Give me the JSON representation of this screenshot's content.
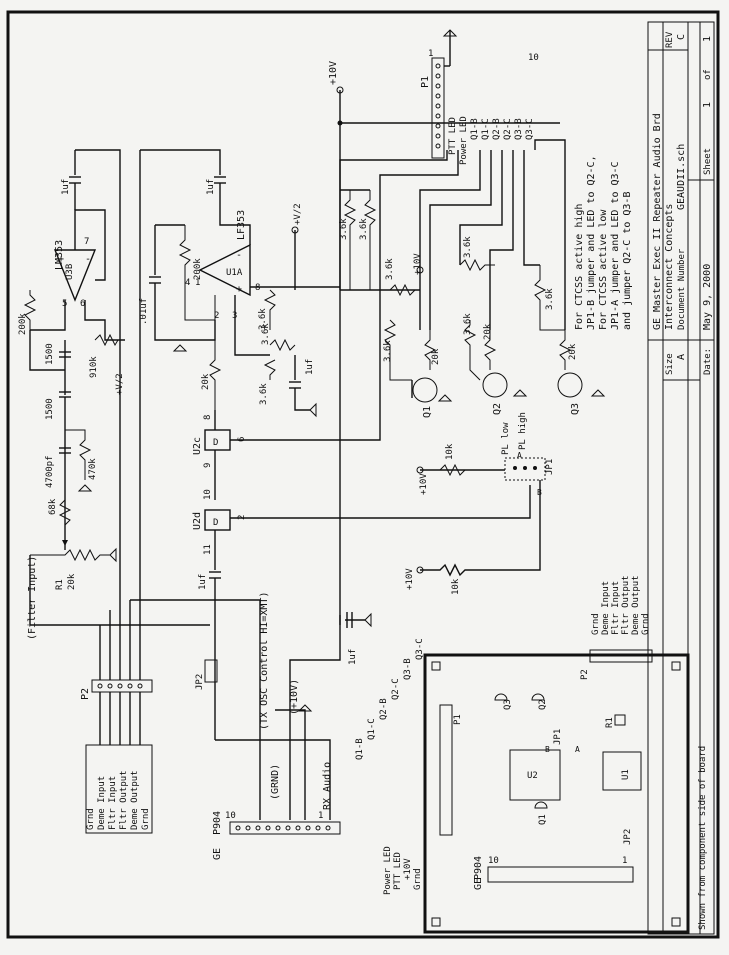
{
  "title_block": {
    "title": "GE Master Exec II Repeater Audio Brd",
    "subtitle": "Interconnect Concepts",
    "size_label": "Size",
    "size_value": "A",
    "docnum_label": "Document Number",
    "docnum_value": "GEAUDII.sch",
    "rev_label": "REV",
    "rev_value": "C",
    "date_label": "Date:",
    "date_value": "May  9, 2000",
    "sheet_label": "Sheet",
    "sheet_value": "1",
    "of_label": "of",
    "of_value": "1"
  },
  "notes": [
    "For CTCSS active high",
    "JP1-B jumper and LED to Q2-C,",
    "For CTCSS active low",
    "JP1-A jumper and LED to Q3-C",
    "and jumper Q2-C to Q3-B"
  ],
  "p1_pins": [
    "PTT LED",
    "Power LED",
    "Q1-B",
    "Q1-C",
    "Q2-B",
    "Q2-C",
    "Q3-B",
    "Q3-C"
  ],
  "p2_pins": [
    "Grnd",
    "Deme Input",
    "Fltr Input",
    "Fltr Output",
    "Deme Output",
    "Grnd"
  ],
  "p904_pins": [
    "RX Audio",
    "(GRND)",
    "(TX OSC Control HI=XMT)",
    "(+10V)"
  ],
  "net_labels": {
    "filter_input": "(Filter Input)",
    "v10": "+10V",
    "v2": "+V/2"
  },
  "components": {
    "lm353": "LM353",
    "lf353": "LF353",
    "u3b": "U3B",
    "u1a": "U1A",
    "u2c": "U2c",
    "u2d": "U2d",
    "r1": "R1",
    "q1": "Q1",
    "q2": "Q2",
    "q3": "Q3",
    "p1": "P1",
    "p2": "P2",
    "jp1": "JP1",
    "jp2": "JP2",
    "ge": "GE",
    "p904": "P904",
    "u1": "U1",
    "u2": "U2"
  },
  "values": {
    "uf1": "1uf",
    "uf01": ".01uf",
    "pf4700": "4700pf",
    "r1500": "1500",
    "r200k": "200k",
    "r910k": "910k",
    "r470k": "470k",
    "r68k": "68k",
    "r20k": "20k",
    "r10k": "10k",
    "r3_6k": "3.6k"
  },
  "pin_numbers": [
    "1",
    "2",
    "3",
    "4",
    "5",
    "6",
    "7",
    "8",
    "9",
    "10",
    "11"
  ],
  "jumper_text": {
    "pl_low": "PL low",
    "pl_high": "PL high",
    "a": "A",
    "b": "B"
  },
  "board": {
    "caption": "Shown from component side of board",
    "p904_pin_10": "10",
    "p904_pin_1": "1"
  }
}
